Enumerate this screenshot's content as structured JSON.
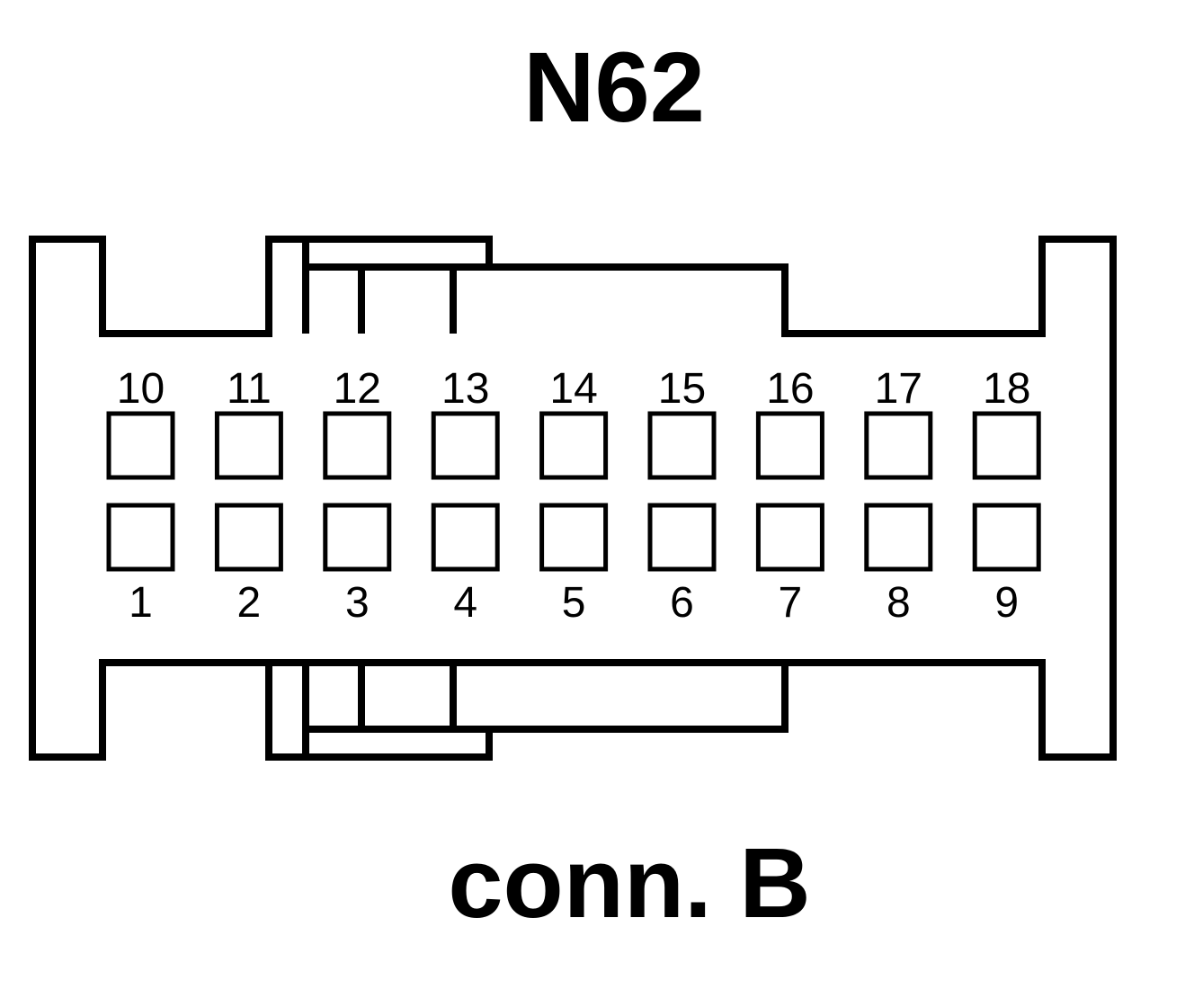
{
  "connector": {
    "name": "N62",
    "label": "conn. B"
  },
  "pins": {
    "top_row": [
      "10",
      "11",
      "12",
      "13",
      "14",
      "15",
      "16",
      "17",
      "18"
    ],
    "bottom_row": [
      "1",
      "2",
      "3",
      "4",
      "5",
      "6",
      "7",
      "8",
      "9"
    ]
  },
  "colors": {
    "stroke": "#000000",
    "background": "#ffffff"
  }
}
